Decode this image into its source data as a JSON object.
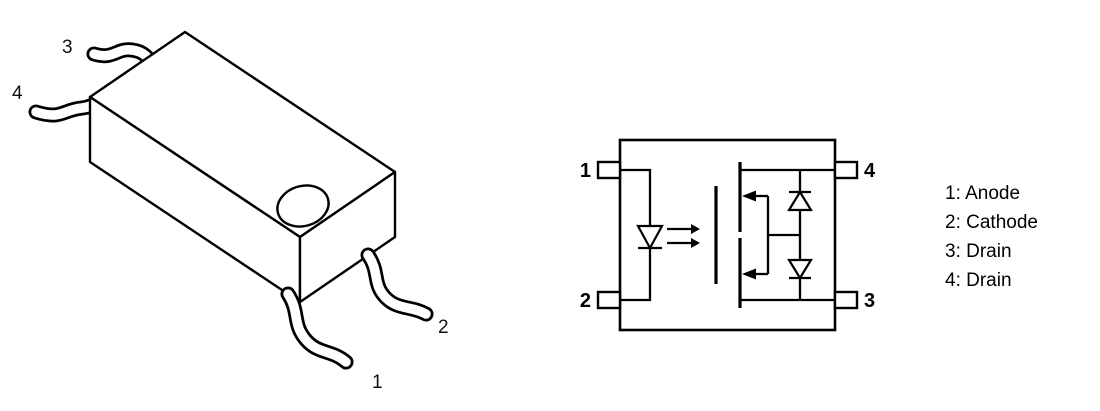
{
  "colors": {
    "background": "#ffffff",
    "line": "#000000",
    "text": "#000000"
  },
  "package": {
    "pin_labels": {
      "p1": "1",
      "p2": "2",
      "p3": "3",
      "p4": "4"
    }
  },
  "schematic": {
    "pin_labels": {
      "p1": "1",
      "p2": "2",
      "p3": "3",
      "p4": "4"
    },
    "symbols": [
      "led",
      "light-emission-arrows",
      "mosfet-pair",
      "body-diodes"
    ]
  },
  "legend": {
    "items": [
      {
        "pin": "1",
        "name": "Anode",
        "text": "1: Anode"
      },
      {
        "pin": "2",
        "name": "Cathode",
        "text": "2: Cathode"
      },
      {
        "pin": "3",
        "name": "Drain",
        "text": "3: Drain"
      },
      {
        "pin": "4",
        "name": "Drain",
        "text": "4: Drain"
      }
    ]
  }
}
